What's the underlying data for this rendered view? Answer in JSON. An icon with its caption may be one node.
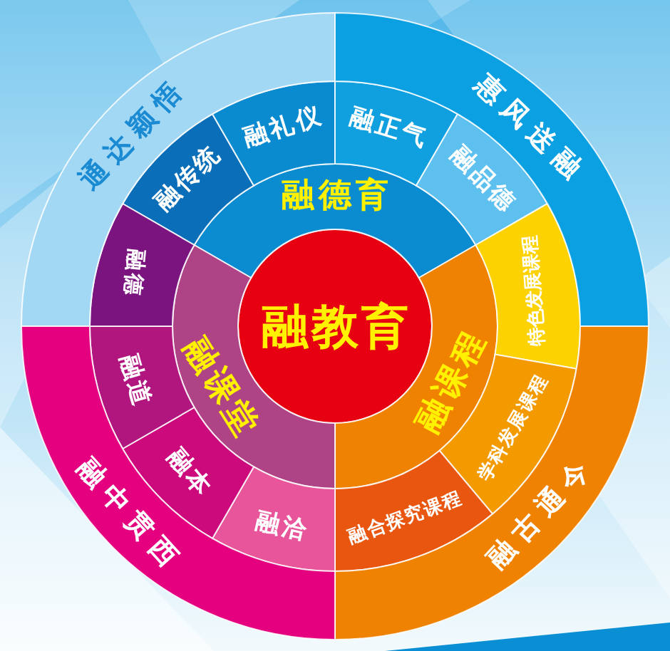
{
  "diagram": {
    "nodes": [
      {
        "text": [
          "融教育"
        ]
      },
      {
        "text": [
          "融德育"
        ]
      },
      {
        "text": [
          "融课程"
        ]
      },
      {
        "text": [
          "融课堂"
        ]
      },
      {
        "text": [
          "融传统"
        ]
      },
      {
        "text": [
          "融礼仪"
        ]
      },
      {
        "text": [
          "融正气"
        ]
      },
      {
        "text": [
          "融品德"
        ]
      },
      {
        "text": [
          "特色发展课程"
        ]
      },
      {
        "text": [
          "学科发展课程"
        ]
      },
      {
        "text": [
          "融合探究课程"
        ]
      },
      {
        "text": [
          "融洽"
        ]
      },
      {
        "text": [
          "融本"
        ]
      },
      {
        "text": [
          "融道"
        ]
      },
      {
        "text": [
          "融德"
        ]
      },
      {
        "text": [
          "通达颖悟"
        ]
      },
      {
        "text": [
          "惠风送融"
        ]
      },
      {
        "text": [
          "融古通今"
        ]
      },
      {
        "text": [
          "融中贯西"
        ]
      }
    ]
  }
}
